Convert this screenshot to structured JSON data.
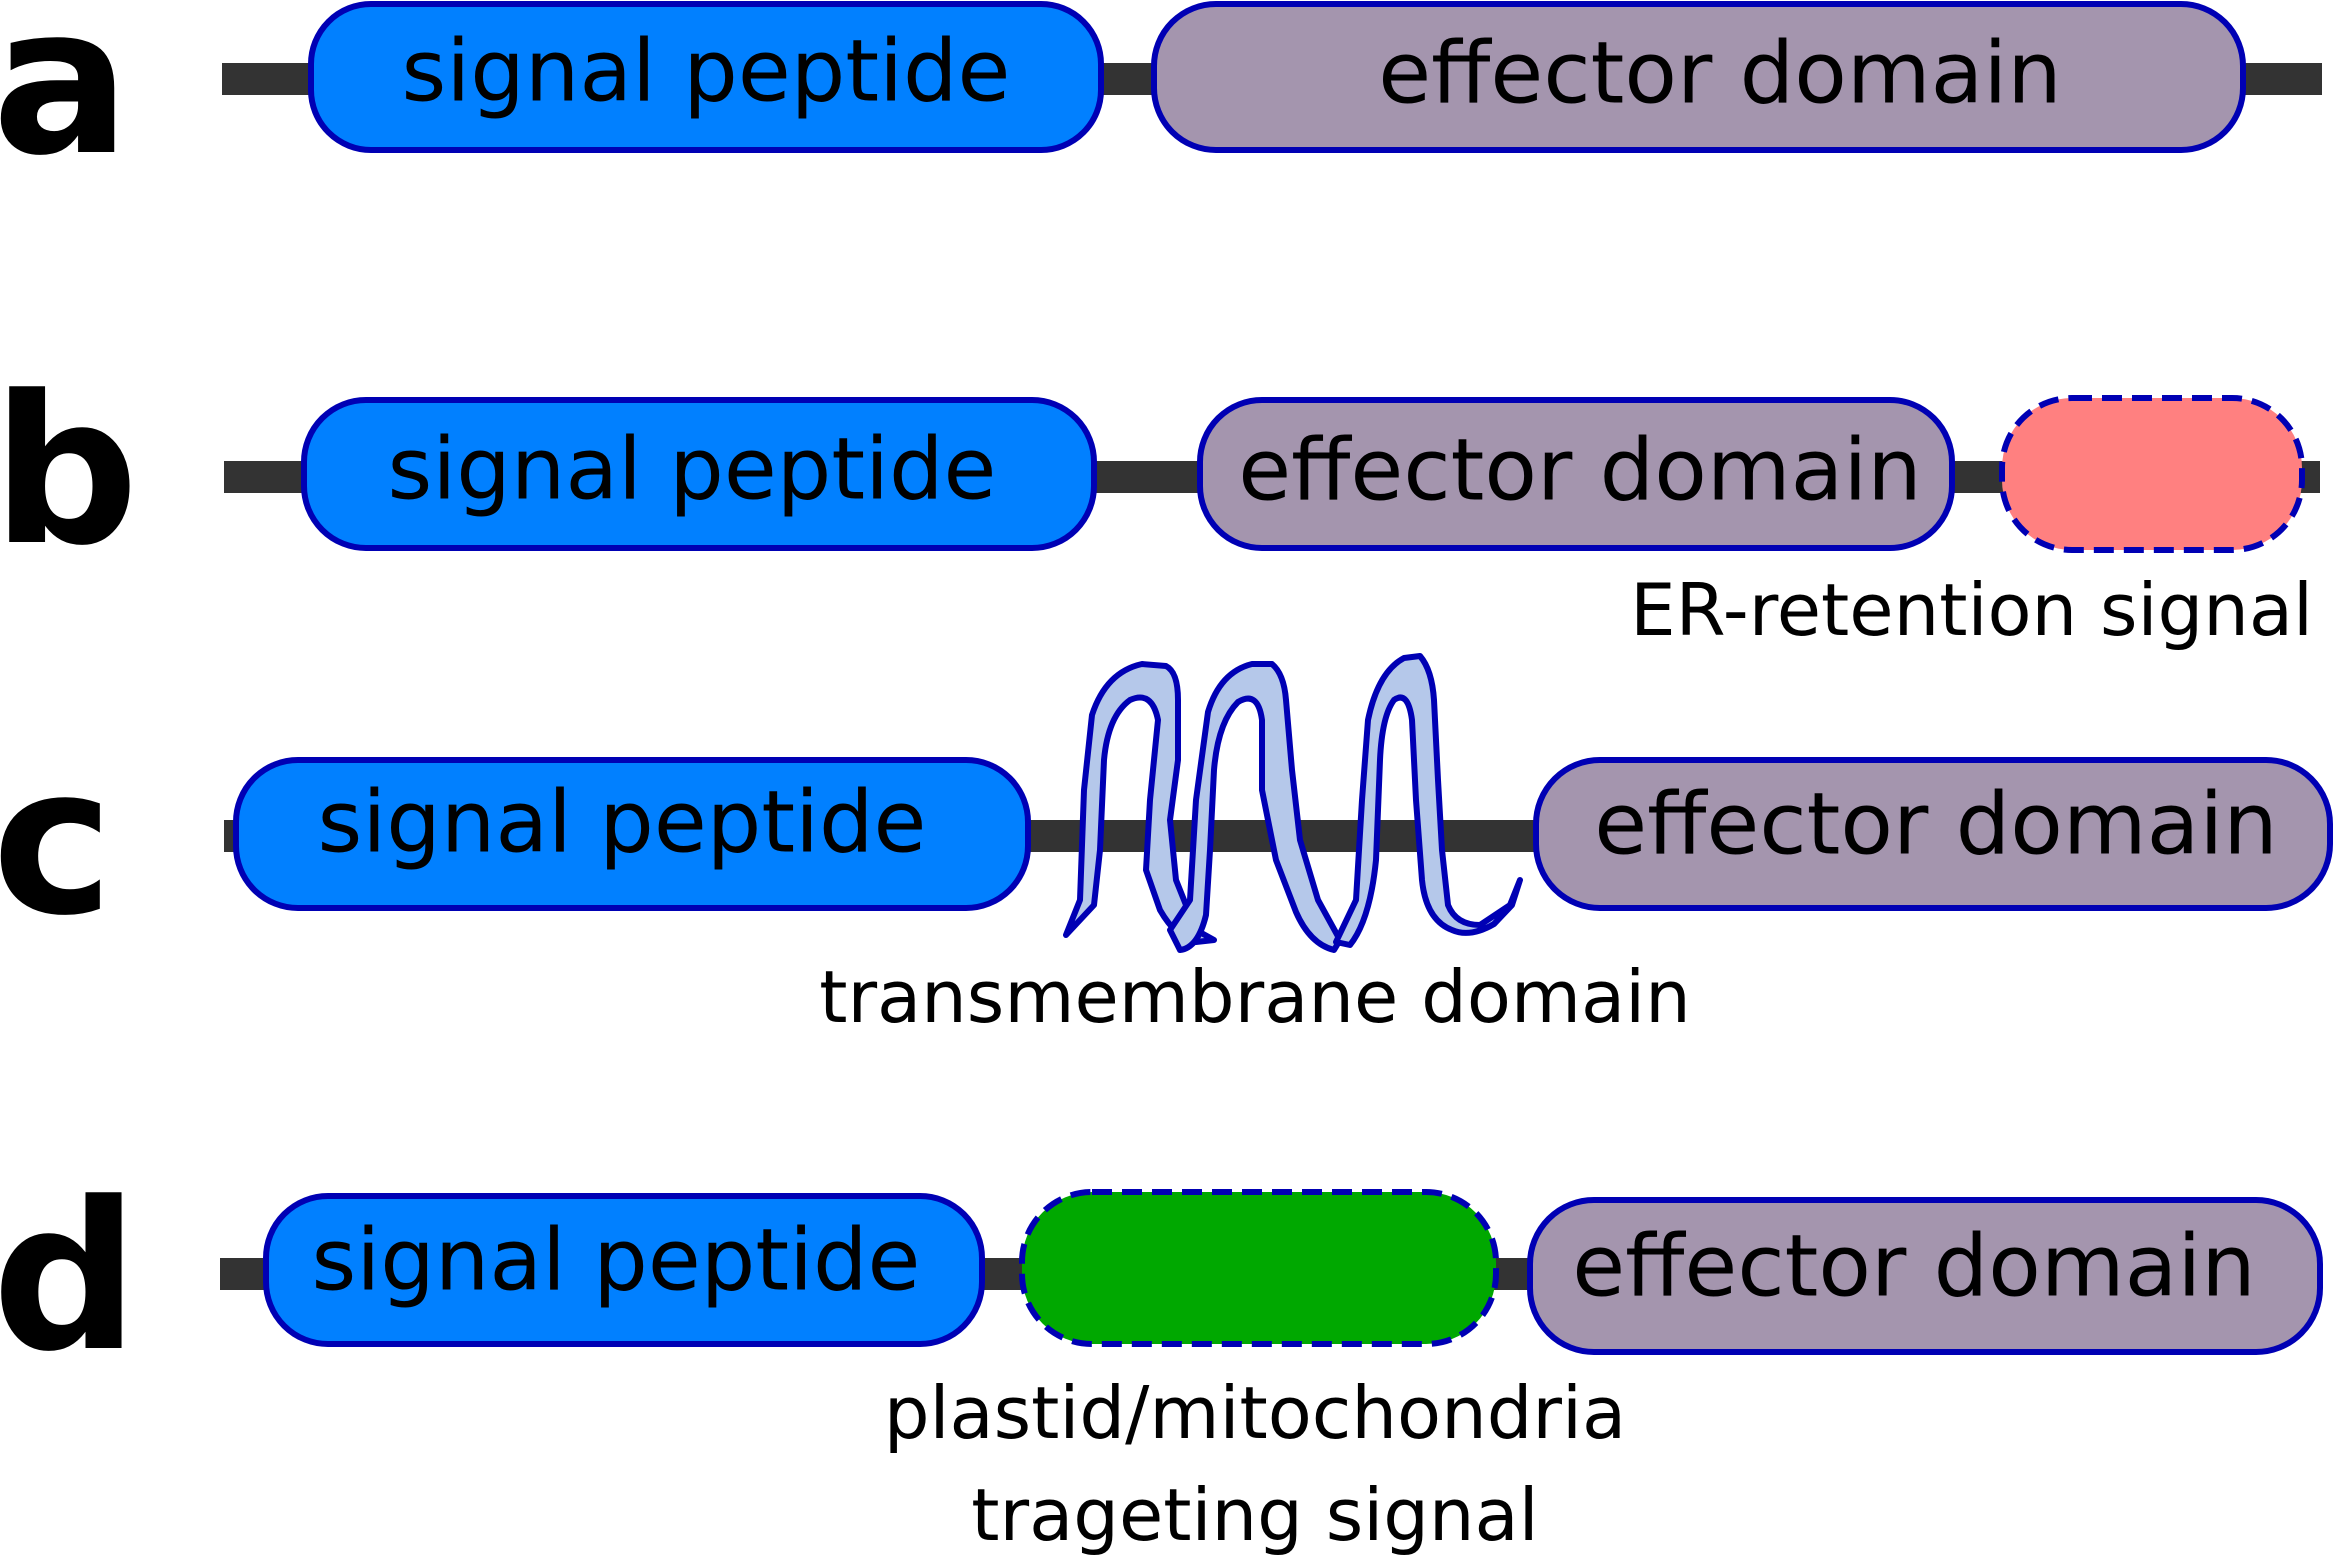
{
  "panels": {
    "a": {
      "letter": "a",
      "signal_peptide": "signal peptide",
      "effector_domain": "effector domain"
    },
    "b": {
      "letter": "b",
      "signal_peptide": "signal peptide",
      "effector_domain": "effector domain",
      "er_retention_label": "ER-retention signal"
    },
    "c": {
      "letter": "c",
      "signal_peptide": "signal peptide",
      "effector_domain": "effector domain",
      "transmembrane_label": "transmembrane domain"
    },
    "d": {
      "letter": "d",
      "signal_peptide": "signal peptide",
      "effector_domain": "effector domain",
      "targeting_label_line1": "plastid/mitochondria",
      "targeting_label_line2": "trageting signal"
    }
  },
  "colors": {
    "signal_peptide_fill": "#0180ff",
    "effector_domain_fill": "#a495ae",
    "er_retention_fill": "#ff8080",
    "targeting_signal_fill": "#00a800",
    "transmembrane_fill": "#b5c8ea",
    "outline": "#0000b4",
    "backbone": "#333333"
  }
}
